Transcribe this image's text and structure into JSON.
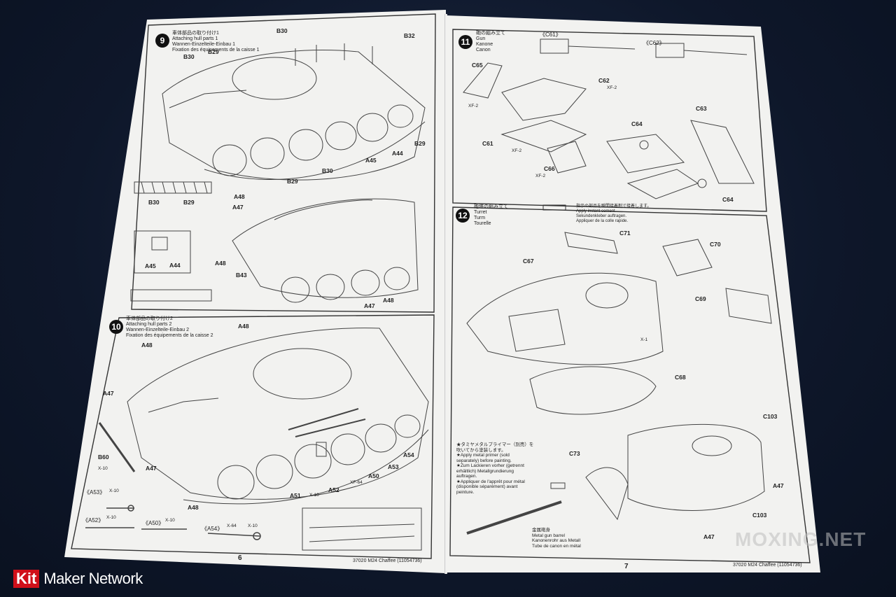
{
  "left_page": {
    "page_number": "6",
    "footer": "37020  M24 Chaffee (11054736)",
    "step9": {
      "number": "9",
      "title": "車体部品の取り付け1\nAttaching hull parts 1\nWannen-Einzelteile-Einbau 1\nFixation des équipements de la caisse 1",
      "labels": [
        "B30",
        "B32",
        "B29",
        "B30",
        "B29",
        "A44",
        "A45",
        "B30",
        "B29",
        "B30",
        "B29",
        "A48",
        "A47",
        "A48",
        "B43",
        "A45",
        "A44",
        "A47",
        "A48"
      ]
    },
    "step10": {
      "number": "10",
      "title": "車体部品の取り付け2\nAttaching hull parts 2\nWannen-Einzelteile-Einbau 2\nFixation des équipements de la caisse 2",
      "labels": [
        "A48",
        "A48",
        "A47",
        "B60",
        "A47",
        "A48",
        "A51",
        "A52",
        "A50",
        "A53",
        "A54"
      ],
      "paint_codes": [
        "X-10",
        "X-10",
        "XF-64"
      ],
      "parts_row": [
        "《A53》",
        "《A52》",
        "《A50》",
        "《A54》"
      ],
      "parts_codes": [
        "X-10",
        "X-10",
        "X-10",
        "X-64",
        "X-10"
      ]
    }
  },
  "right_page": {
    "page_number": "7",
    "footer": "37020  M24 Chaffee (11054736)",
    "step11": {
      "number": "11",
      "title": "砲の組み立て\nGun\nKanone\nCanon",
      "variants": [
        "《C61》",
        "《C62》"
      ],
      "labels": [
        "C65",
        "C62",
        "C61",
        "C66",
        "C64",
        "C63",
        "C64"
      ],
      "paint_codes": [
        "XF-2",
        "XF-2",
        "XF-2",
        "XF-2"
      ]
    },
    "step12": {
      "number": "12",
      "title": "砲塔の組み立て\nTurret\nTurm\nTourelle",
      "cement_note": "指示の部品を瞬間接着剤で接着します。\nApply instant cement.\nSekundenkleber auftragen.\nAppliquer de la colle rapide.",
      "labels": [
        "C71",
        "C70",
        "C67",
        "C69",
        "C68",
        "C103",
        "C73",
        "A47",
        "C103",
        "A47"
      ],
      "paint_codes": [
        "X-1"
      ],
      "primer_note": "★タミヤメタルプライマー（別売）を\n吹いてから塗装します。\n★Apply metal primer (sold\nseparately) before painting.\n★Zum Lackieren vorher (getrennt\nerhältlich) Metallgrundierung\nauftragen.\n★Appliquer de l'apprêt pour métal\n(disponible séparément) avant\npeinture.",
      "barrel_note": "金属砲身\nMetal gun barrel\nKanonenrohr aus Metall\nTube de canon en métal"
    }
  },
  "watermark": "MOXING.NET",
  "brand": {
    "kit": "Kit",
    "rest": "Maker Network"
  }
}
